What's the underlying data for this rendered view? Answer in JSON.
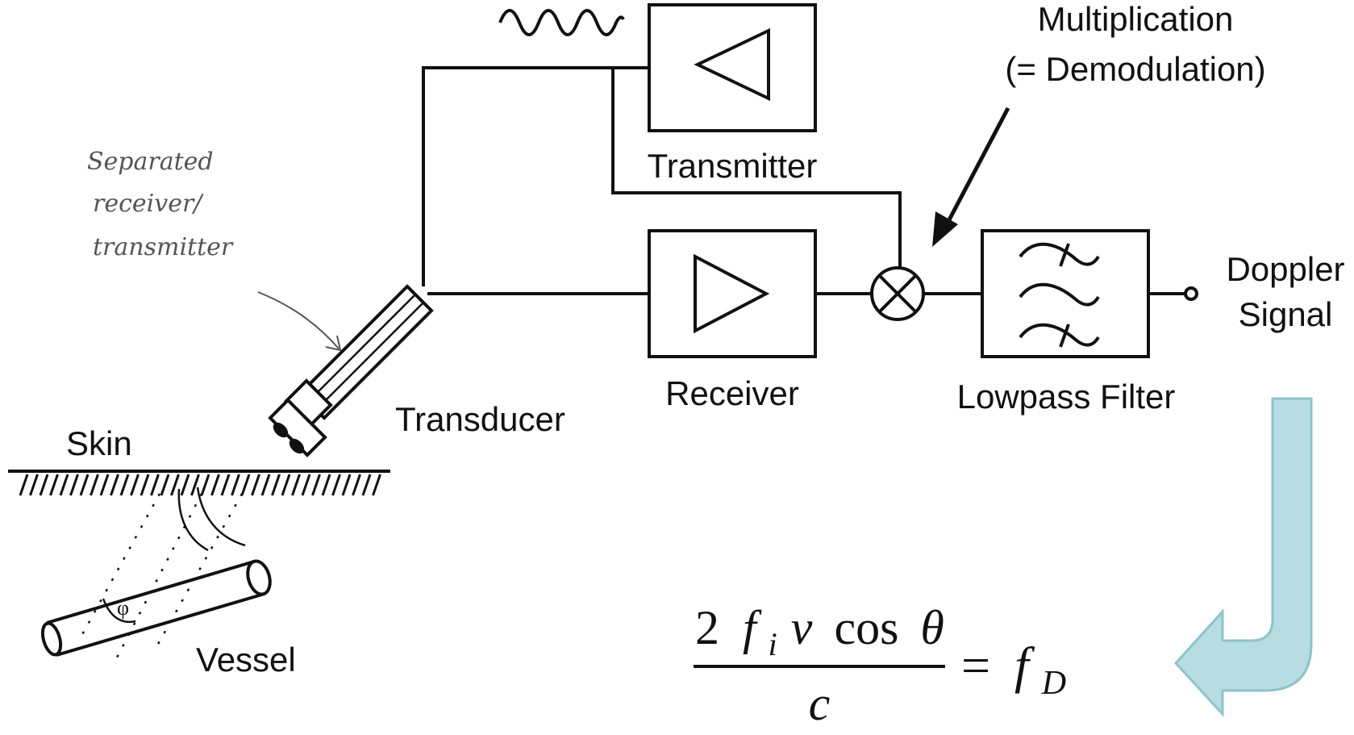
{
  "labels": {
    "transmitter": "Transmitter",
    "receiver": "Receiver",
    "multiplication_line1": "Multiplication",
    "multiplication_line2": "(= Demodulation)",
    "lowpass_filter": "Lowpass Filter",
    "doppler_line1": "Doppler",
    "doppler_line2": "Signal",
    "transducer": "Transducer",
    "skin": "Skin",
    "vessel": "Vessel",
    "angle_symbol": "φ"
  },
  "annotation": {
    "line1": "Separated",
    "line2": "receiver/",
    "line3": "transmitter"
  },
  "formula": {
    "numerator_coef": "2",
    "numerator_f": "f",
    "numerator_f_sub": "i",
    "numerator_v": "v",
    "numerator_cos": "cos",
    "numerator_theta": "θ",
    "denominator": "c",
    "equals": "=",
    "result_f": "f",
    "result_sub": "D"
  },
  "colors": {
    "line": "#111111",
    "arrow_fill": "#b7dde2",
    "arrow_stroke": "#8fc3ca",
    "handwriting": "#555555"
  }
}
